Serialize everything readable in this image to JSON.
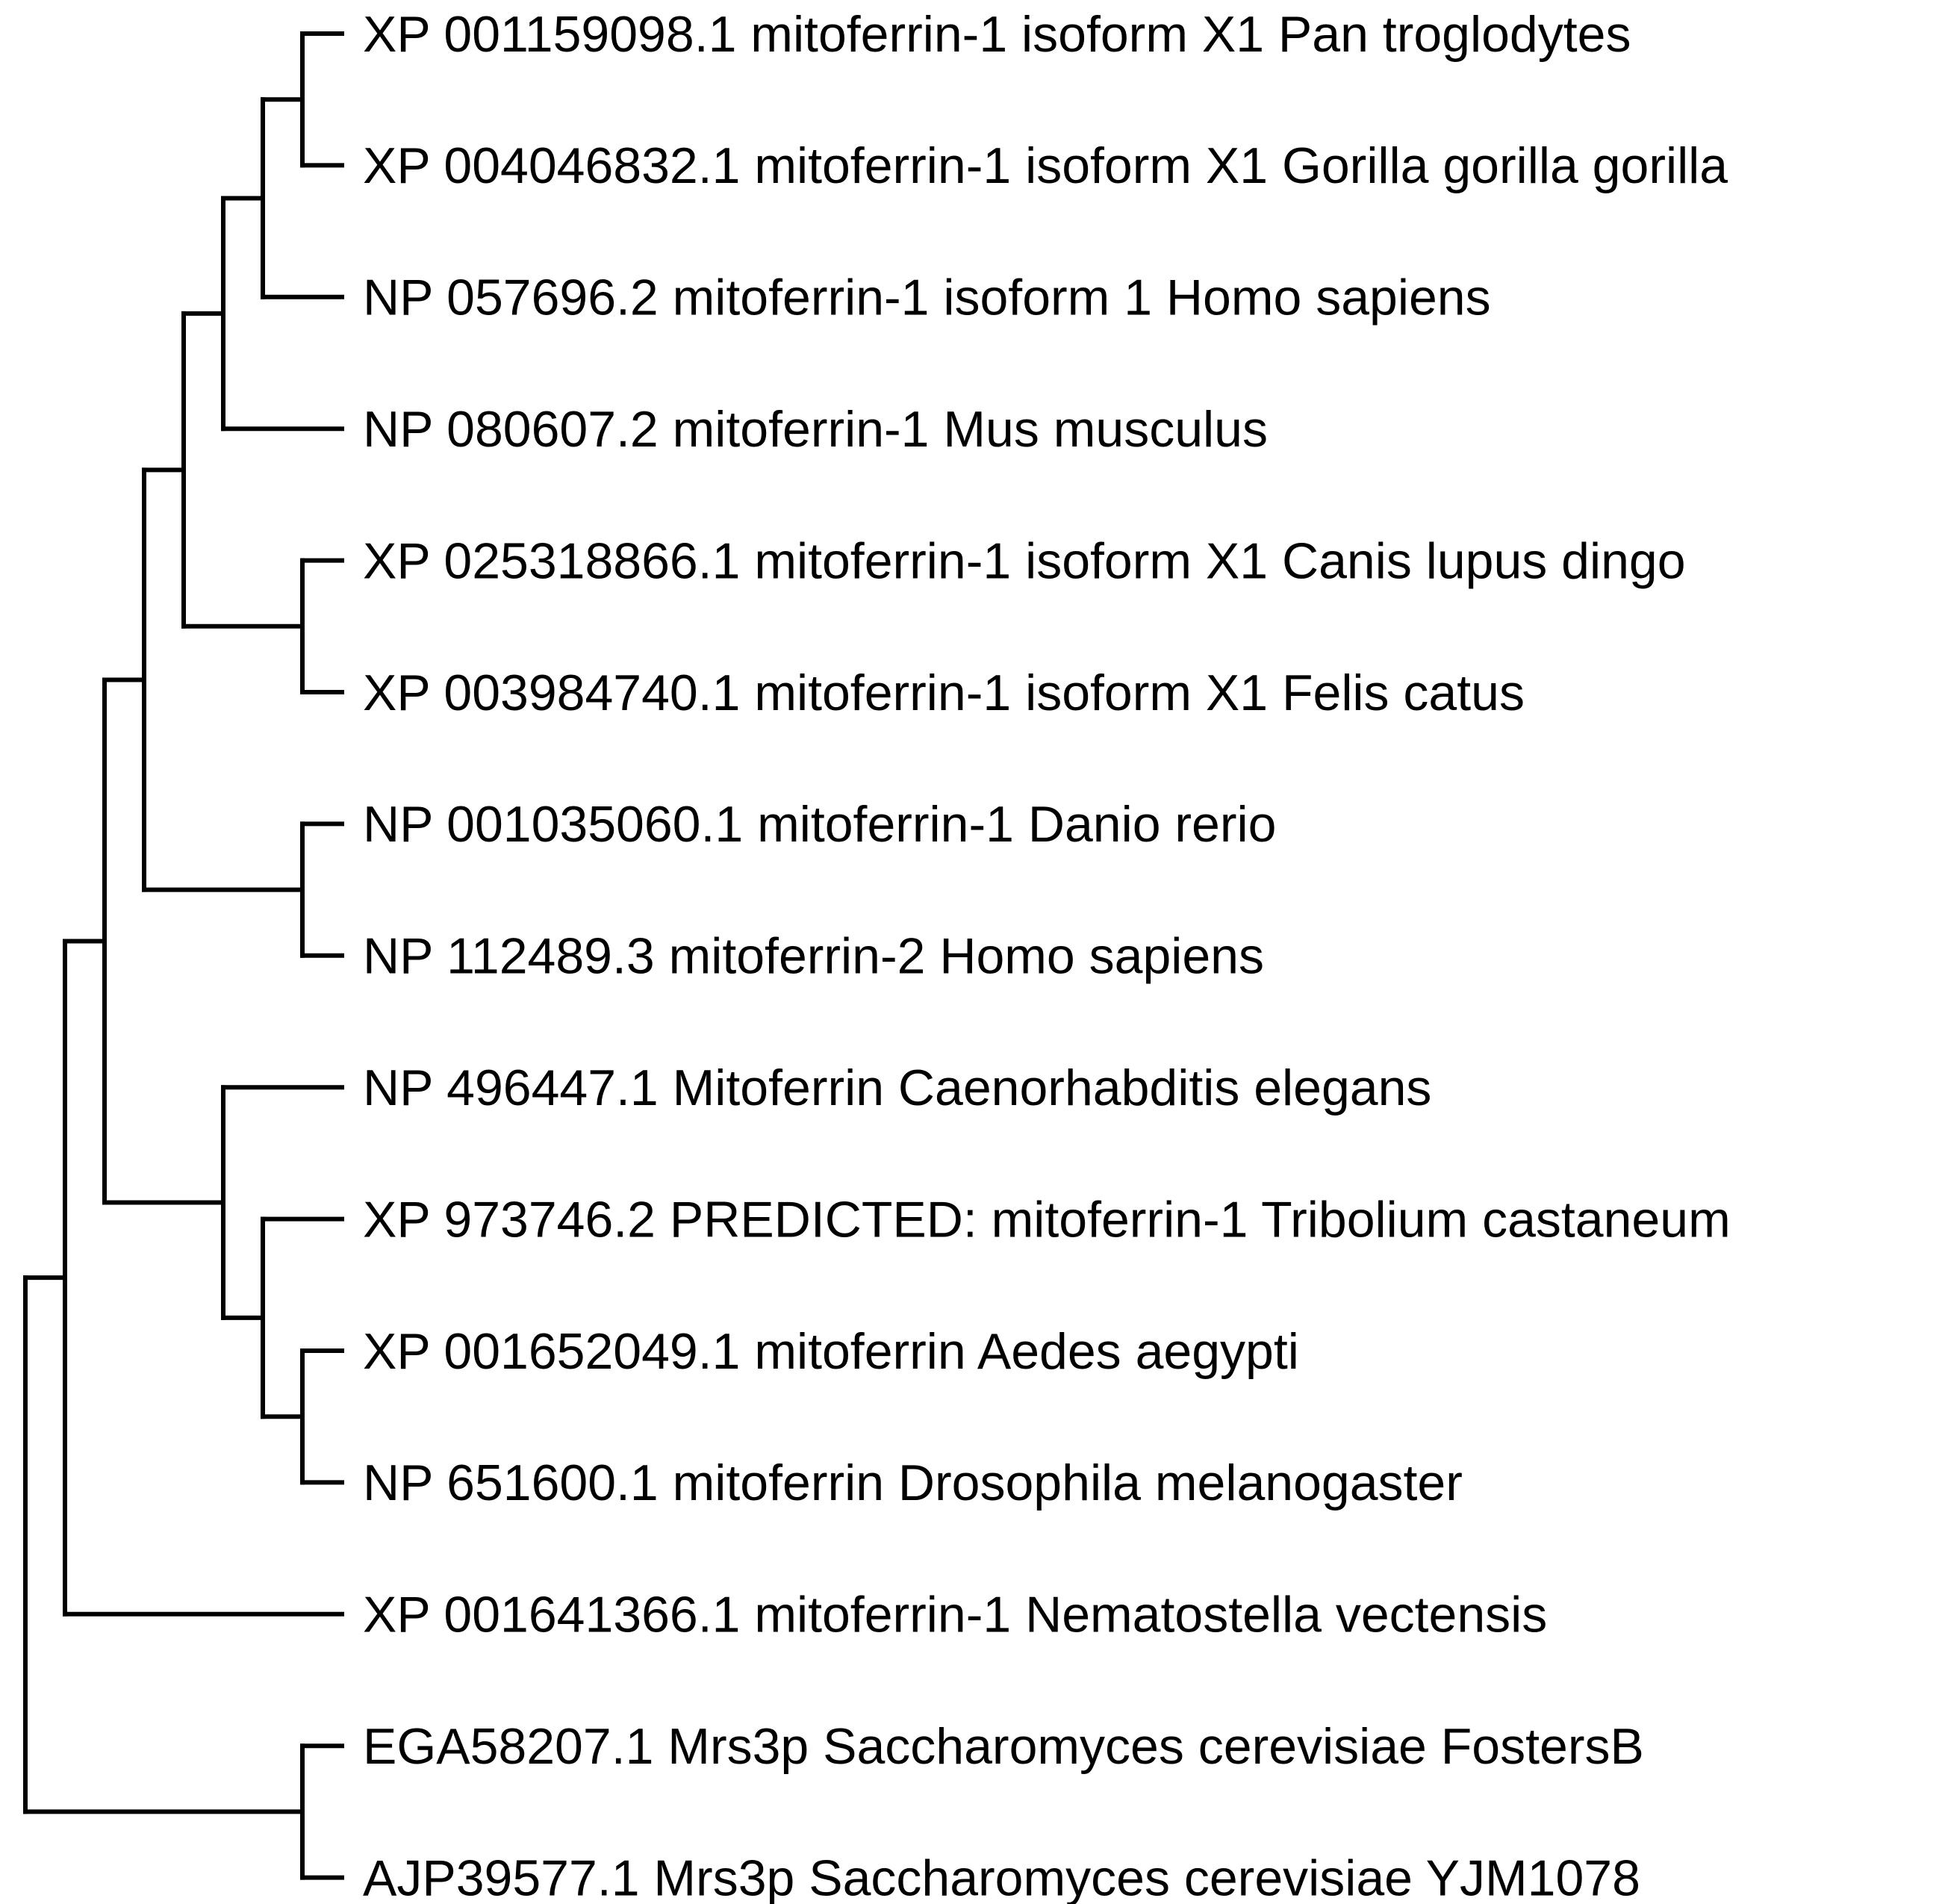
{
  "figure": {
    "background_color": "#ffffff",
    "line_color": "#000000",
    "label_color": "#000000"
  },
  "taxa": [
    {
      "label": "XP 001159098.1 mitoferrin-1 isoform X1 Pan troglodytes"
    },
    {
      "label": "XP 004046832.1 mitoferrin-1 isoform X1 Gorilla gorilla gorilla"
    },
    {
      "label": "NP 057696.2 mitoferrin-1 isoform 1 Homo sapiens"
    },
    {
      "label": "NP 080607.2 mitoferrin-1 Mus musculus"
    },
    {
      "label": "XP 025318866.1 mitoferrin-1 isoform X1 Canis lupus dingo"
    },
    {
      "label": "XP 003984740.1 mitoferrin-1 isoform X1 Felis catus"
    },
    {
      "label": "NP 001035060.1 mitoferrin-1 Danio rerio"
    },
    {
      "label": "NP 112489.3 mitoferrin-2 Homo sapiens"
    },
    {
      "label": "NP 496447.1 Mitoferrin Caenorhabditis elegans"
    },
    {
      "label": "XP 973746.2 PREDICTED: mitoferrin-1 Tribolium castaneum"
    },
    {
      "label": "XP 001652049.1 mitoferrin Aedes aegypti"
    },
    {
      "label": "NP 651600.1 mitoferrin Drosophila melanogaster"
    },
    {
      "label": "XP 001641366.1 mitoferrin-1 Nematostella vectensis"
    },
    {
      "label": "EGA58207.1 Mrs3p Saccharomyces cerevisiae FostersB"
    },
    {
      "label": "AJP39577.1 Mrs3p Saccharomyces cerevisiae YJM1078"
    }
  ],
  "topology": [
    [
      [
        [
          [
            [
              [
                [
                  0,
                  1
                ],
                2
              ],
              3
            ],
            [
              4,
              5
            ]
          ],
          [
            6,
            7
          ]
        ],
        [
          8,
          [
            9,
            [
              10,
              11
            ]
          ]
        ]
      ],
      12
    ],
    [
      13,
      14
    ]
  ]
}
